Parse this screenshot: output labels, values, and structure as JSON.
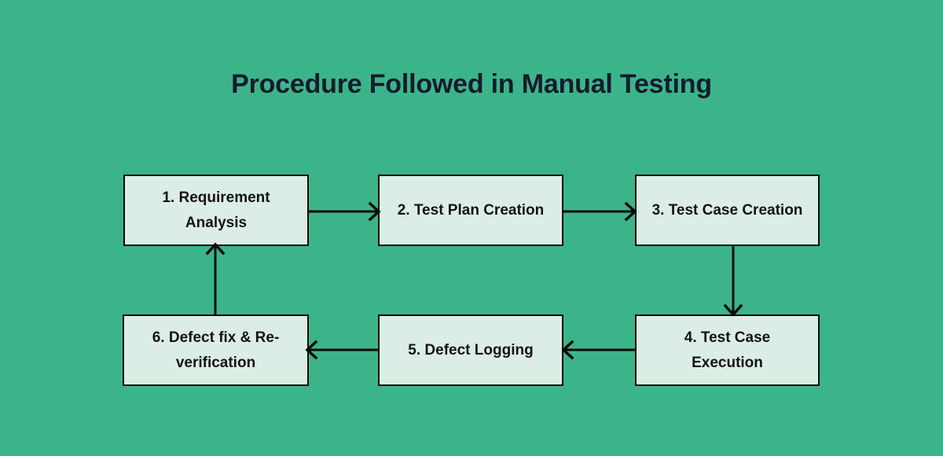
{
  "diagram": {
    "title": "Procedure Followed in Manual Testing",
    "background_color": "#3cb489",
    "node_fill_color": "#dcede6",
    "node_border_color": "#0a0a0a",
    "title_color": "#141b2d",
    "nodes": [
      {
        "id": 1,
        "label": "1. Requirement Analysis"
      },
      {
        "id": 2,
        "label": "2.  Test Plan Creation"
      },
      {
        "id": 3,
        "label": "3.  Test Case Creation"
      },
      {
        "id": 4,
        "label": "4.  Test Case Execution"
      },
      {
        "id": 5,
        "label": "5. Defect Logging"
      },
      {
        "id": 6,
        "label": "6. Defect fix & Re-verification"
      }
    ],
    "edges": [
      {
        "from": 1,
        "to": 2,
        "direction": "right"
      },
      {
        "from": 2,
        "to": 3,
        "direction": "right"
      },
      {
        "from": 3,
        "to": 4,
        "direction": "down"
      },
      {
        "from": 4,
        "to": 5,
        "direction": "left"
      },
      {
        "from": 5,
        "to": 6,
        "direction": "left"
      },
      {
        "from": 6,
        "to": 1,
        "direction": "up"
      }
    ]
  }
}
